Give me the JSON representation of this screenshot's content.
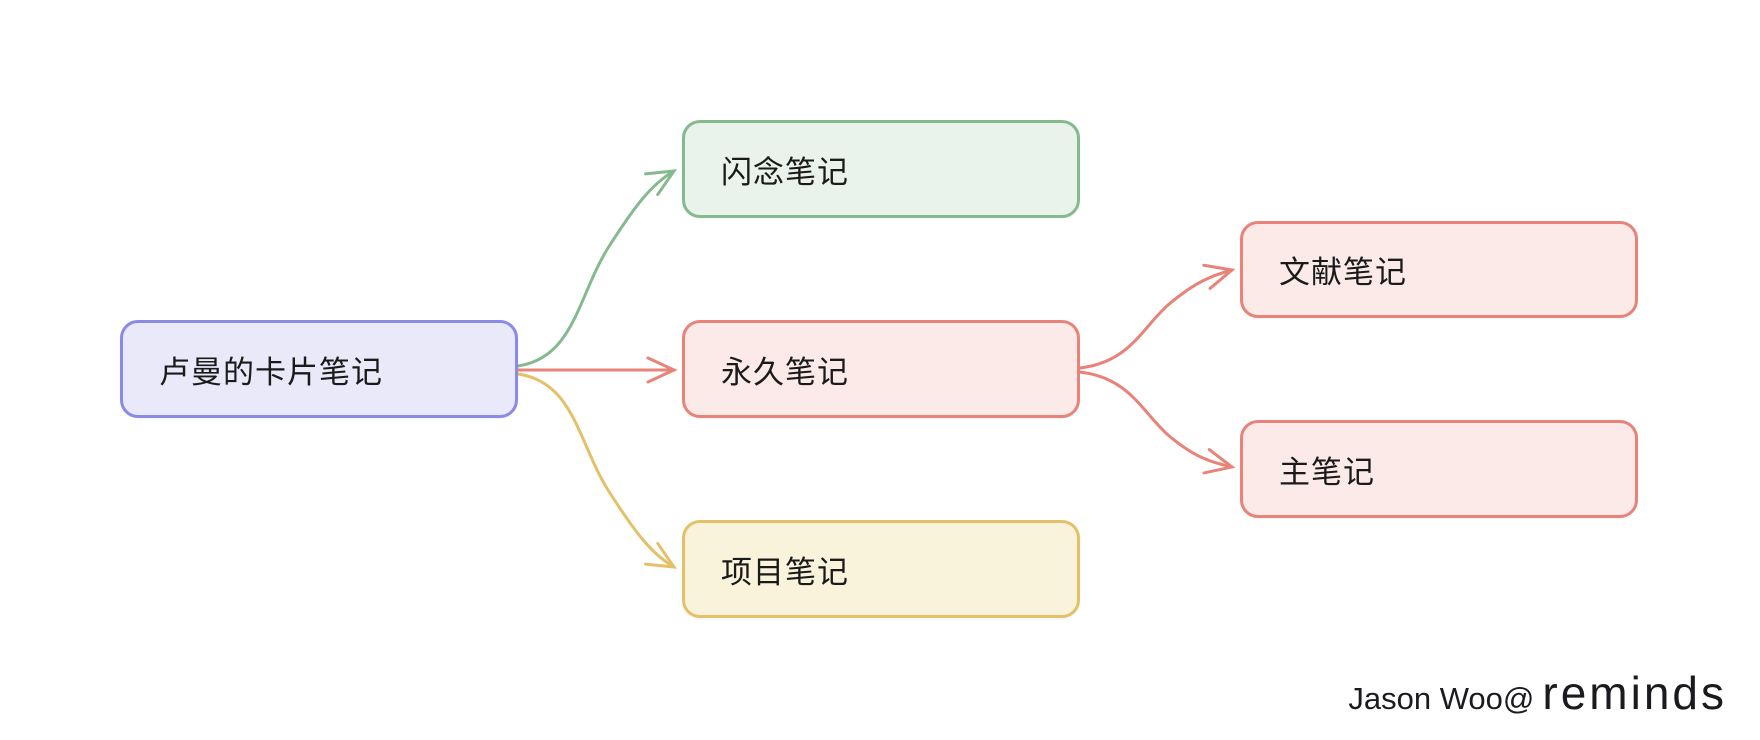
{
  "colors": {
    "background": "#ffffff",
    "text": "#1a1a1a",
    "purple_border": "#8b8ae6",
    "purple_fill": "#e9e9f9",
    "green_border": "#85ba8f",
    "green_fill": "#e9f2eb",
    "red_border": "#e8837a",
    "red_fill": "#fbeae7",
    "yellow_border": "#e4c169",
    "yellow_fill": "#faf3dc"
  },
  "diagram": {
    "nodes": {
      "root": {
        "label": "卢曼的卡片笔记",
        "color": "purple"
      },
      "fleeting": {
        "label": "闪念笔记",
        "color": "green"
      },
      "permanent": {
        "label": "永久笔记",
        "color": "red"
      },
      "project": {
        "label": "项目笔记",
        "color": "yellow"
      },
      "literature": {
        "label": "文献笔记",
        "color": "red"
      },
      "main": {
        "label": "主笔记",
        "color": "red"
      }
    },
    "edges": [
      {
        "from": "root",
        "to": "fleeting",
        "color": "green"
      },
      {
        "from": "root",
        "to": "permanent",
        "color": "red"
      },
      {
        "from": "root",
        "to": "project",
        "color": "yellow"
      },
      {
        "from": "permanent",
        "to": "literature",
        "color": "red"
      },
      {
        "from": "permanent",
        "to": "main",
        "color": "red"
      }
    ]
  },
  "footer": {
    "author": "Jason Woo@",
    "brand": "reminds"
  }
}
